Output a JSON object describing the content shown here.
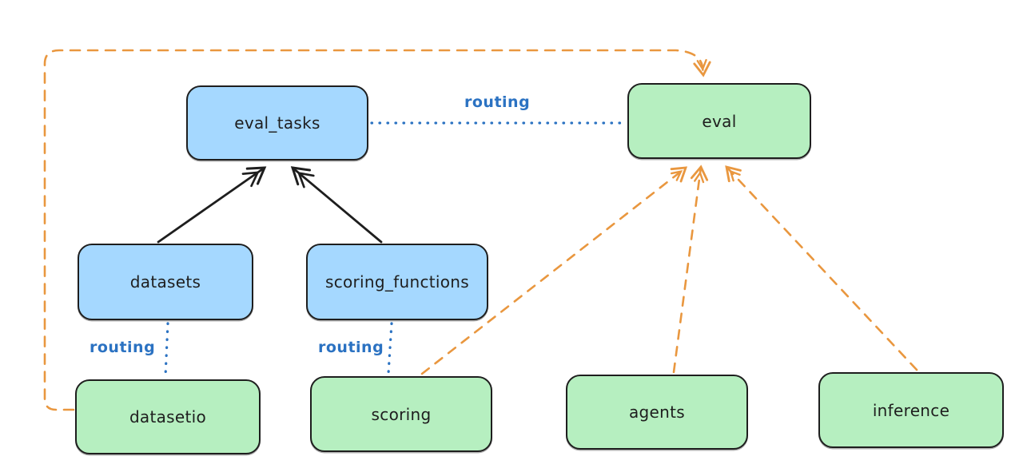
{
  "diagram": {
    "background": "#ffffff",
    "palette": {
      "api_box_fill": "#a5d8ff",
      "provider_box_fill": "#b6efc0",
      "box_stroke": "#1e1e1e",
      "routing_color": "#2b72c2",
      "provider_arrow_color": "#e9973f",
      "dependency_arrow_color": "#1e1e1e"
    },
    "nodes": [
      {
        "id": "eval_tasks",
        "label": "eval_tasks",
        "kind": "api"
      },
      {
        "id": "eval",
        "label": "eval",
        "kind": "provider"
      },
      {
        "id": "datasets",
        "label": "datasets",
        "kind": "api"
      },
      {
        "id": "scoring_functions",
        "label": "scoring_functions",
        "kind": "api"
      },
      {
        "id": "datasetio",
        "label": "datasetio",
        "kind": "provider"
      },
      {
        "id": "scoring",
        "label": "scoring",
        "kind": "provider"
      },
      {
        "id": "agents",
        "label": "agents",
        "kind": "provider"
      },
      {
        "id": "inference",
        "label": "inference",
        "kind": "provider"
      }
    ],
    "routing_labels": [
      {
        "id": "routing-eval-tasks-to-eval",
        "text": "routing"
      },
      {
        "id": "routing-datasets-to-datasetio",
        "text": "routing"
      },
      {
        "id": "routing-scoring-functions-to-scoring",
        "text": "routing"
      }
    ],
    "edges": [
      {
        "from": "datasets",
        "to": "eval_tasks",
        "style": "solid-black-arrow"
      },
      {
        "from": "scoring_functions",
        "to": "eval_tasks",
        "style": "solid-black-arrow"
      },
      {
        "from": "eval_tasks",
        "to": "eval",
        "style": "dotted-blue",
        "label": "routing"
      },
      {
        "from": "datasets",
        "to": "datasetio",
        "style": "dotted-blue",
        "label": "routing"
      },
      {
        "from": "scoring_functions",
        "to": "scoring",
        "style": "dotted-blue",
        "label": "routing"
      },
      {
        "from": "scoring",
        "to": "eval",
        "style": "dashed-orange-arrow"
      },
      {
        "from": "agents",
        "to": "eval",
        "style": "dashed-orange-arrow"
      },
      {
        "from": "inference",
        "to": "eval",
        "style": "dashed-orange-arrow"
      },
      {
        "from": "datasetio",
        "to": "eval",
        "style": "dashed-orange-arrow-elbow"
      }
    ]
  }
}
